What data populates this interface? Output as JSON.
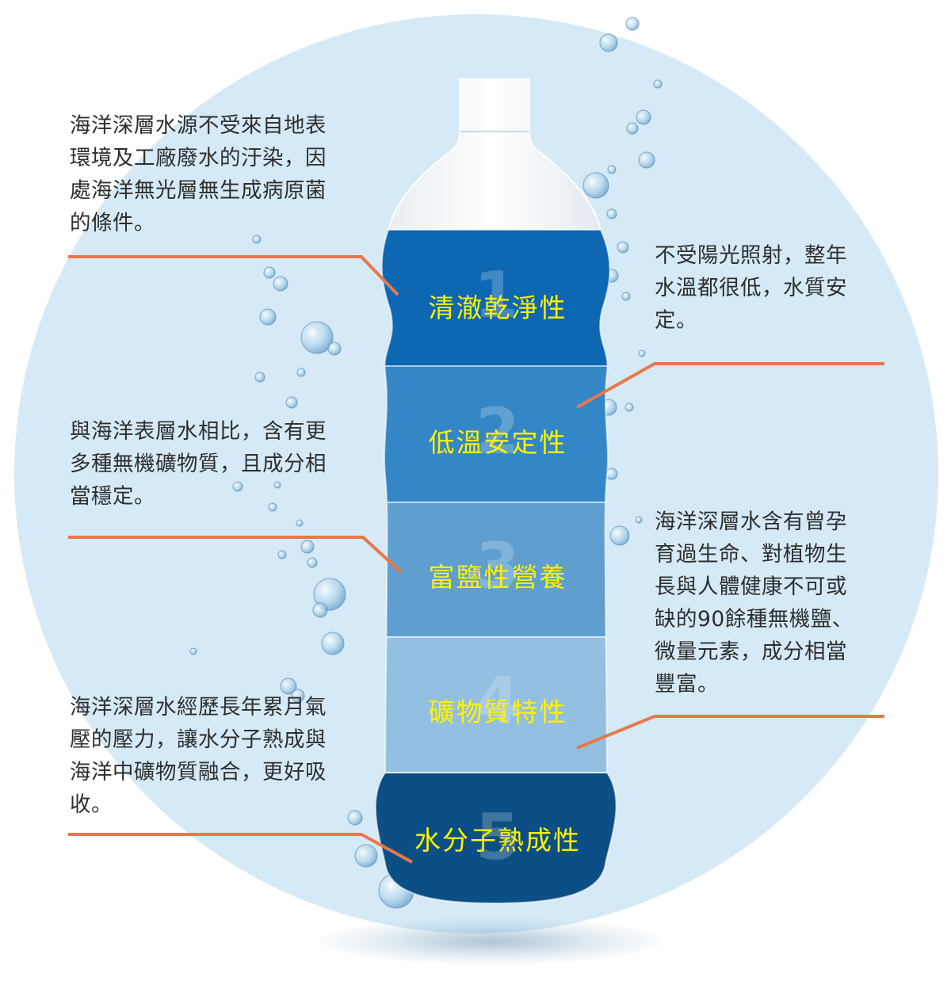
{
  "colors": {
    "background_circle": "#d5eaf6",
    "connector_line": "#e8784b",
    "label_text": "#fff200",
    "note_text": "#2e2e2e",
    "layers": [
      "#0e67b3",
      "#3487c6",
      "#5e9fd0",
      "#93bfe1",
      "#0b4f86"
    ]
  },
  "bottle": {
    "layers": [
      {
        "number": "1",
        "label": "清澈乾淨性"
      },
      {
        "number": "2",
        "label": "低溫安定性"
      },
      {
        "number": "3",
        "label": "富鹽性營養"
      },
      {
        "number": "4",
        "label": "礦物質特性"
      },
      {
        "number": "5",
        "label": "水分子熟成性"
      }
    ]
  },
  "notes": {
    "left": [
      {
        "text": "海洋深層水源不受來自地表\n環境及工廠廢水的汙染，因\n處海洋無光層無生成病原菌\n的條件。"
      },
      {
        "text": "與海洋表層水相比，含有更\n多種無機礦物質，且成分相\n當穩定。"
      },
      {
        "text": "海洋深層水經歷長年累月氣\n壓的壓力，讓水分子熟成與\n海洋中礦物質融合，更好吸\n收。"
      }
    ],
    "right": [
      {
        "text": "不受陽光照射，整年\n水溫都很低，水質安\n定。"
      },
      {
        "text": "海洋深層水含有曾孕\n育過生命、對植物生\n長與人體健康不可或\n缺的90餘種無機鹽、\n微量元素，成分相當\n豐富。"
      }
    ]
  }
}
